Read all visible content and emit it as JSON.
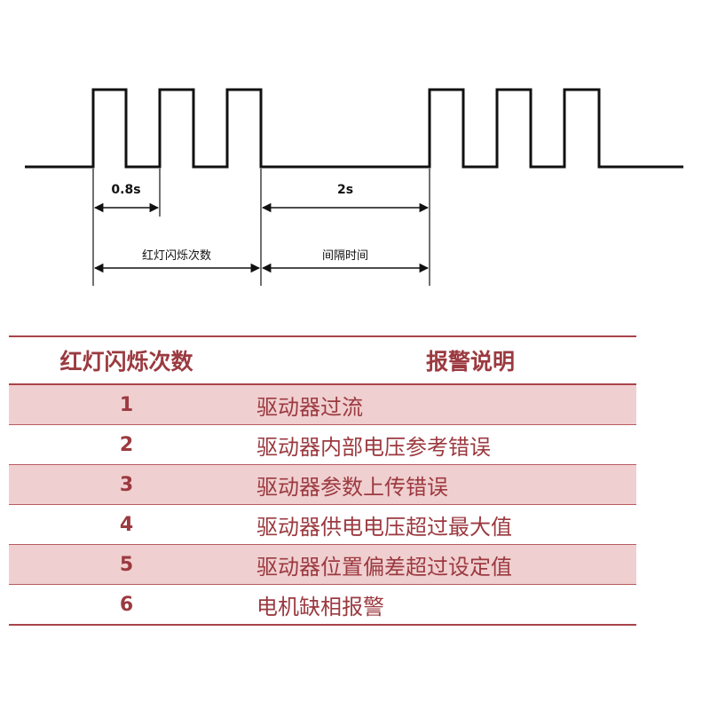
{
  "diagram": {
    "labels": {
      "interval_duration": "0.8s",
      "gap_duration": "2s",
      "flash_count_label": "红灯闪烁次数",
      "gap_label": "间隔时间"
    }
  },
  "table": {
    "headers": {
      "count": "红灯闪烁次数",
      "description": "报警说明"
    },
    "rows": [
      {
        "count": "1",
        "description": "驱动器过流"
      },
      {
        "count": "2",
        "description": "驱动器内部电压参考错误"
      },
      {
        "count": "3",
        "description": "驱动器参数上传错误"
      },
      {
        "count": "4",
        "description": "驱动器供电电压超过最大值"
      },
      {
        "count": "5",
        "description": "驱动器位置偏差超过设定值"
      },
      {
        "count": "6",
        "description": "电机缺相报警"
      }
    ],
    "colors": {
      "accent": "#9b3a40",
      "row_shade": "#f0cfd0",
      "rule": "#a8444a"
    }
  }
}
